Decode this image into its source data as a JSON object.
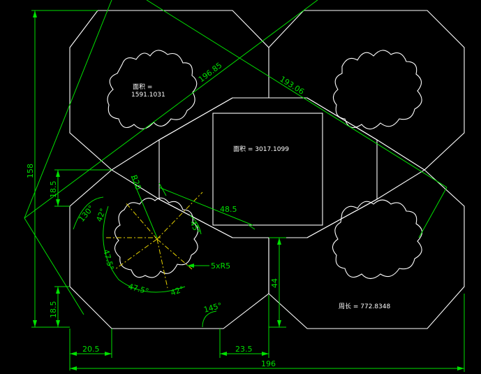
{
  "annotations": {
    "area_top_left_label": "面积 =",
    "area_top_left_value": "1591.1031",
    "area_center": "面积 = 3017.1099",
    "perimeter": "周长 = 772.8348"
  },
  "dimensions": {
    "d196_85": "196.85",
    "d193_06": "193.06",
    "d158": "158",
    "d18_5_upper": "18.5",
    "d18_5_lower": "18.5",
    "d130deg": "130°",
    "dR20": "R20",
    "d48_5": "48.5",
    "d45deg": "45°",
    "d42deg_upper": "42°",
    "d47_5_left": "47.5°",
    "d47_5_bottom": "47.5°",
    "d42deg_lower": "42°",
    "d5xR5": "5xR5",
    "d44": "44",
    "d145deg": "145°",
    "d20_5": "20.5",
    "d23_5": "23.5",
    "d196": "196"
  },
  "colors": {
    "background": "#000000",
    "geometry": "#ffffff",
    "dimension": "#00e000",
    "centerline": "#e6d200"
  }
}
